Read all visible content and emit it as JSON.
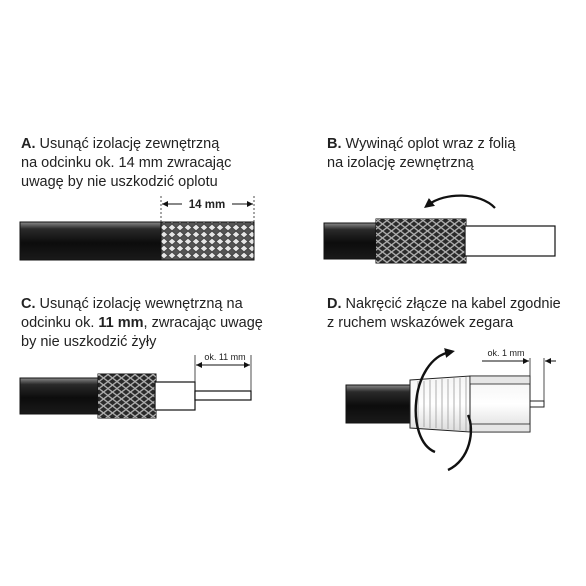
{
  "steps": [
    {
      "letter": "A.",
      "line1": "Usunąć izolację zewnętrzną",
      "line2": "na odcinku ok. 14 mm zwracając",
      "line3": "uwagę by nie uszkodzić oplotu"
    },
    {
      "letter": "B.",
      "line1": "Wywinąć oplot wraz z folią",
      "line2": "na izolację zewnętrzną"
    },
    {
      "letter": "C.",
      "line1": "Usunąć izolację wewnętrzną na",
      "line2_pre": "odcinku ok. ",
      "line2_bold": "11 mm",
      "line2_post": ", zwracając uwagę",
      "line3": "by nie uszkodzić żyły"
    },
    {
      "letter": "D.",
      "line1": "Nakręcić złącze na kabel zgodnie",
      "line2": "z ruchem wskazówek zegara"
    }
  ],
  "dimensions": {
    "a": "14 mm",
    "c": "ok. 11 mm",
    "d": "ok. 1 mm"
  }
}
